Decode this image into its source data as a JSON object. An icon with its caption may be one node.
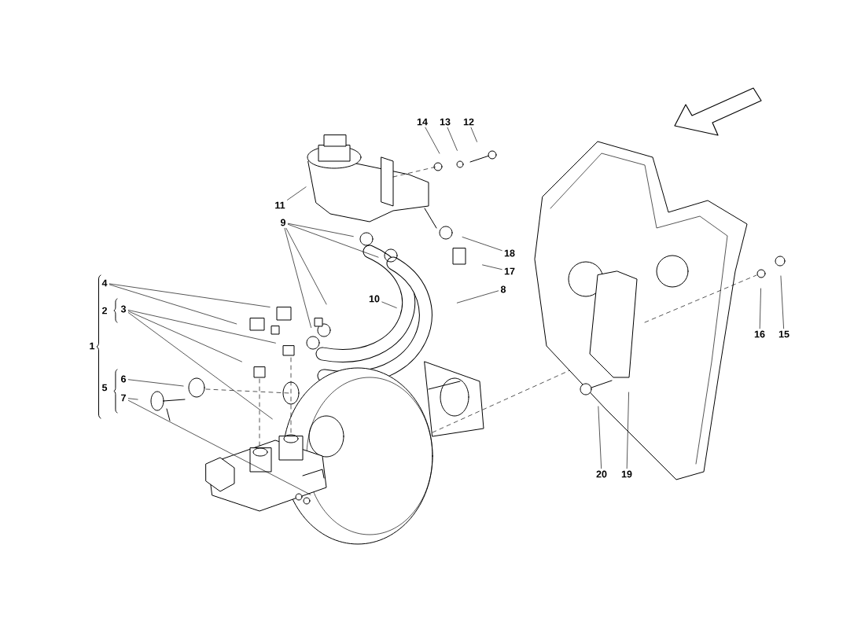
{
  "diagram": {
    "nodes": [
      {
        "text": [
          "14"
        ]
      },
      {
        "text": [
          "13"
        ]
      },
      {
        "text": [
          "12"
        ]
      },
      {
        "text": [
          "11"
        ]
      },
      {
        "text": [
          "9"
        ]
      },
      {
        "text": [
          "18"
        ]
      },
      {
        "text": [
          "17"
        ]
      },
      {
        "text": [
          "4"
        ]
      },
      {
        "text": [
          "10"
        ]
      },
      {
        "text": [
          "8"
        ]
      },
      {
        "text": [
          "2"
        ]
      },
      {
        "text": [
          "3"
        ]
      },
      {
        "text": [
          "1"
        ]
      },
      {
        "text": [
          "16"
        ]
      },
      {
        "text": [
          "15"
        ]
      },
      {
        "text": [
          "6"
        ]
      },
      {
        "text": [
          "5"
        ]
      },
      {
        "text": [
          "7"
        ]
      },
      {
        "text": [
          "20"
        ]
      },
      {
        "text": [
          "19"
        ]
      }
    ],
    "edges": [
      {
        "from": 0,
        "to": null,
        "arrow": "none"
      },
      {
        "from": 1,
        "to": null,
        "arrow": "none"
      },
      {
        "from": 2,
        "to": null,
        "arrow": "none"
      },
      {
        "from": 3,
        "to": null,
        "arrow": "none"
      },
      {
        "from": 4,
        "to": null,
        "arrow": "none"
      },
      {
        "from": 4,
        "to": null,
        "arrow": "none"
      },
      {
        "from": 4,
        "to": null,
        "arrow": "none"
      },
      {
        "from": 4,
        "to": null,
        "arrow": "none"
      },
      {
        "from": 5,
        "to": null,
        "arrow": "none"
      },
      {
        "from": 6,
        "to": null,
        "arrow": "none"
      },
      {
        "from": 7,
        "to": null,
        "arrow": "none"
      },
      {
        "from": 7,
        "to": null,
        "arrow": "none"
      },
      {
        "from": 8,
        "to": null,
        "arrow": "none"
      },
      {
        "from": 9,
        "to": null,
        "arrow": "none"
      },
      {
        "from": 11,
        "to": null,
        "arrow": "none"
      },
      {
        "from": 11,
        "to": null,
        "arrow": "none"
      },
      {
        "from": 11,
        "to": null,
        "arrow": "none"
      },
      {
        "from": 13,
        "to": null,
        "arrow": "none"
      },
      {
        "from": 14,
        "to": null,
        "arrow": "none"
      },
      {
        "from": 15,
        "to": null,
        "arrow": "none"
      },
      {
        "from": 17,
        "to": null,
        "arrow": "none"
      },
      {
        "from": 17,
        "to": null,
        "arrow": "none"
      },
      {
        "from": 18,
        "to": null,
        "arrow": "none"
      },
      {
        "from": 19,
        "to": null,
        "arrow": "none"
      }
    ]
  }
}
